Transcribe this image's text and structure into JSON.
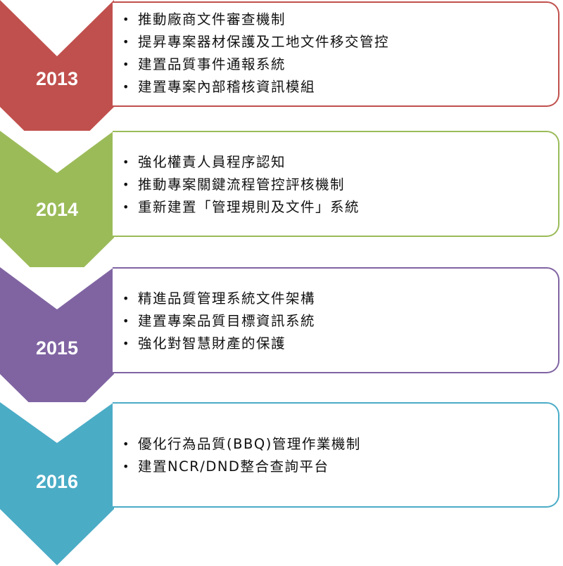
{
  "steps": [
    {
      "year": "2013",
      "color": "#c0504d",
      "items": [
        "推動廠商文件審查機制",
        "提昇專案器材保護及工地文件移交管控",
        "建置品質事件通報系統",
        "建置專案內部稽核資訊模組"
      ]
    },
    {
      "year": "2014",
      "color": "#9bbb59",
      "items": [
        "強化權責人員程序認知",
        "推動專案關鍵流程管控評核機制",
        "重新建置「管理規則及文件」系統"
      ]
    },
    {
      "year": "2015",
      "color": "#8064a2",
      "items": [
        "精進品質管理系統文件架構",
        "建置專案品質目標資訊系統",
        "強化對智慧財產的保護"
      ]
    },
    {
      "year": "2016",
      "color": "#4bacc6",
      "items": [
        "優化行為品質(BBQ)管理作業機制",
        "建置NCR/DND整合查詢平台"
      ]
    }
  ]
}
